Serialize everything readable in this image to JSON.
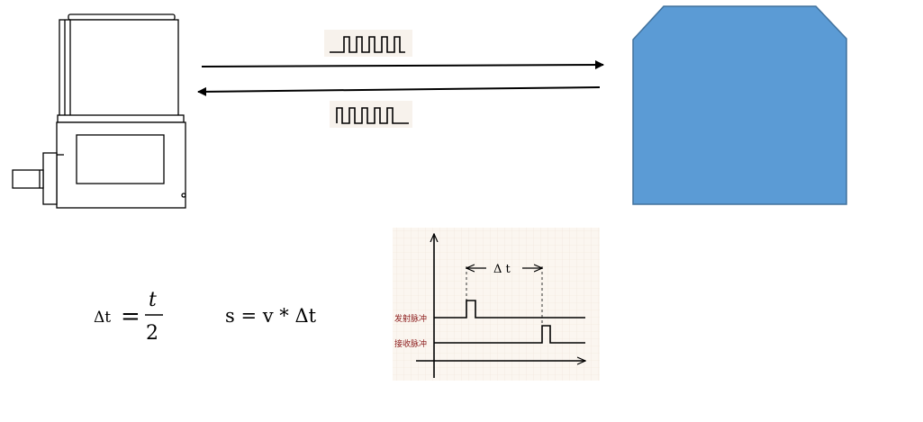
{
  "formula_dt": {
    "lhs": "Δt",
    "eq": "=",
    "numerator": "t",
    "denominator": "2"
  },
  "formula_s": {
    "text": "s = v * Δt"
  },
  "timing": {
    "dt_label": "Δ t",
    "emit_label": "发射脉冲",
    "recv_label": "接收脉冲"
  },
  "colors": {
    "target_fill": "#5b9bd5",
    "target_stroke": "#41719c",
    "label_red": "#8b1a1a",
    "grid_bg": "#fbf6f0"
  }
}
